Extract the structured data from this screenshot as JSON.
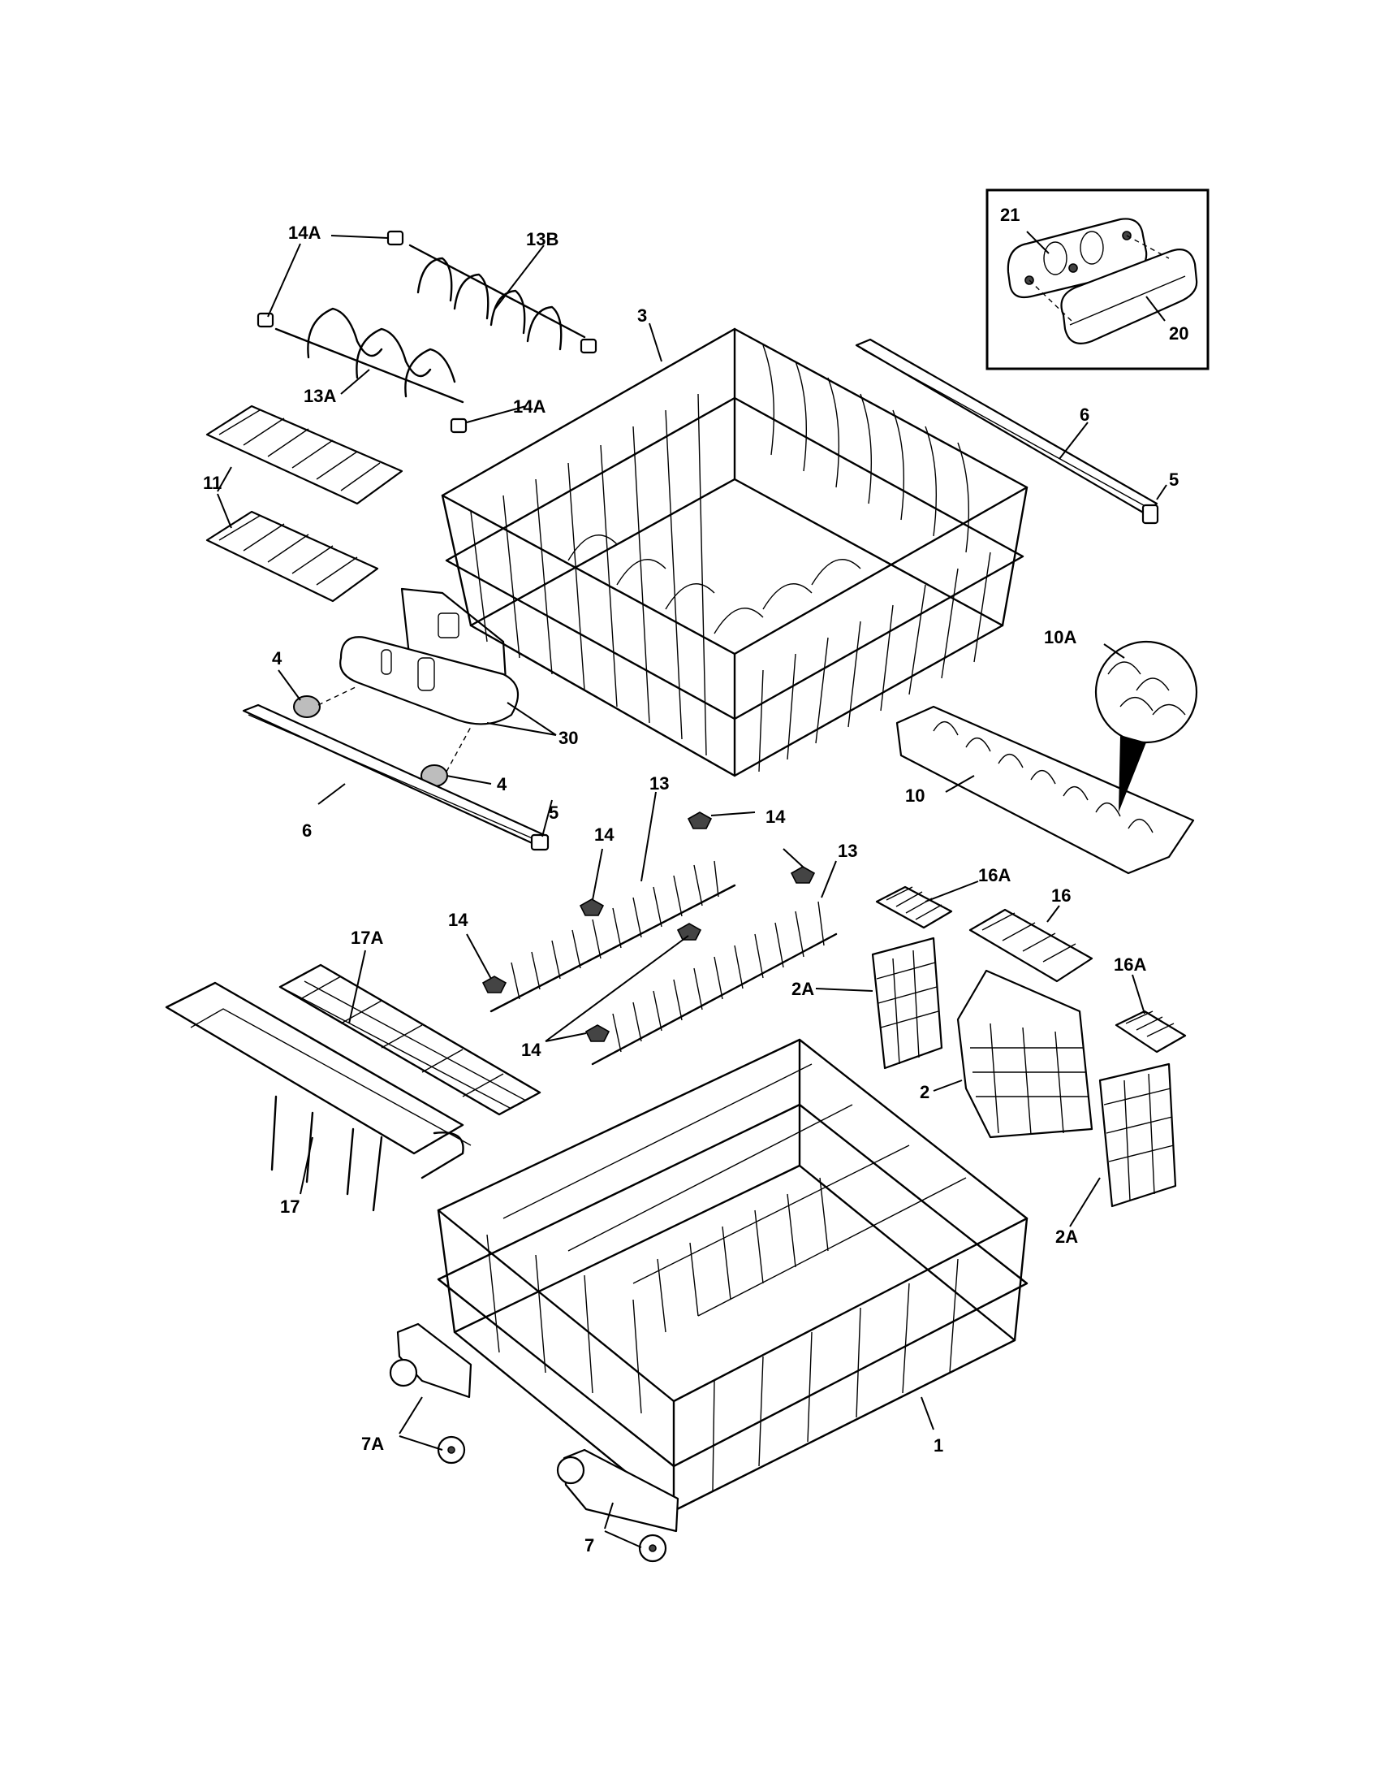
{
  "labels": {
    "l_14A_top": "14A",
    "l_13B": "13B",
    "l_3": "3",
    "l_13A": "13A",
    "l_14A_mid": "14A",
    "l_11": "11",
    "l_6_right": "6",
    "l_5_right": "5",
    "l_21": "21",
    "l_20": "20",
    "l_4_top": "4",
    "l_30": "30",
    "l_4_bottom": "4",
    "l_6_left": "6",
    "l_5_left": "5",
    "l_10A": "10A",
    "l_10": "10",
    "l_13_left": "13",
    "l_14_a": "14",
    "l_14_b": "14",
    "l_13_right": "13",
    "l_14_c": "14",
    "l_14_d": "14",
    "l_16A_top": "16A",
    "l_16": "16",
    "l_16A_right": "16A",
    "l_17A": "17A",
    "l_2A_top": "2A",
    "l_2": "2",
    "l_2A_bottom": "2A",
    "l_17": "17",
    "l_1": "1",
    "l_7A": "7A",
    "l_7": "7"
  }
}
